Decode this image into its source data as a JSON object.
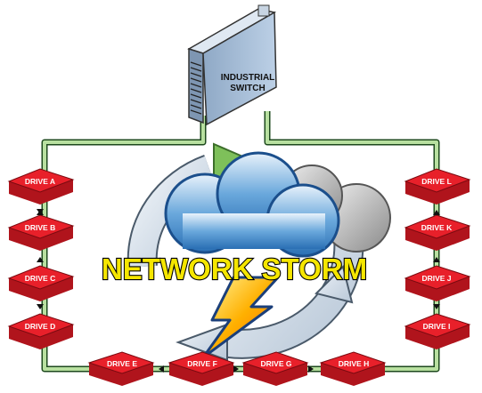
{
  "switch": {
    "line1": "INDUSTRIAL",
    "line2": "SWITCH"
  },
  "storm": {
    "title": "NETWORK STORM"
  },
  "drives": {
    "a": "DRIVE A",
    "b": "DRIVE B",
    "c": "DRIVE C",
    "d": "DRIVE D",
    "e": "DRIVE E",
    "f": "DRIVE F",
    "g": "DRIVE G",
    "h": "DRIVE H",
    "i": "DRIVE I",
    "j": "DRIVE J",
    "k": "DRIVE K",
    "l": "DRIVE L"
  },
  "colors": {
    "drive_red": "#e8202a",
    "drive_dark": "#b0141c",
    "cable_green": "#b8e0a0",
    "switch_blue": "#a8c0dc",
    "storm_text": "#f5e600"
  }
}
